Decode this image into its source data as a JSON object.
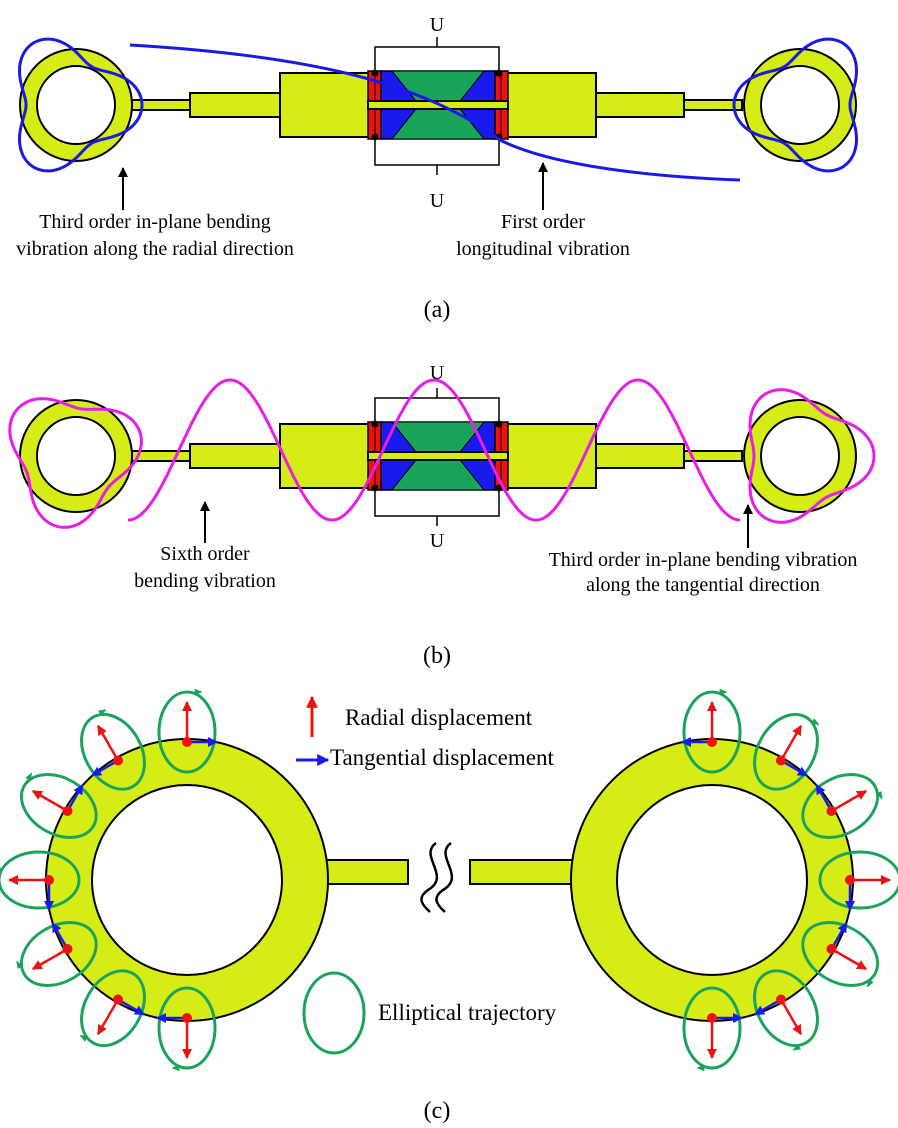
{
  "panel_a": {
    "caption": "(a)",
    "voltage_top": "U",
    "voltage_bottom": "U",
    "left_label": [
      "Third order in-plane bending",
      "vibration along the radial direction"
    ],
    "right_label": [
      "First order",
      "longitudinal vibration"
    ]
  },
  "panel_b": {
    "caption": "(b)",
    "voltage_top": "U",
    "voltage_bottom": "U",
    "left_label": [
      "Sixth order",
      "bending vibration"
    ],
    "right_label": [
      "Third order in-plane bending vibration",
      "along the tangential direction"
    ]
  },
  "panel_c": {
    "caption": "(c)",
    "legend": {
      "radial": "Radial displacement",
      "tangential": "Tangential displacement",
      "elliptical": "Elliptical trajectory"
    }
  },
  "colors": {
    "metal": "#d6ec17",
    "ceramic_red": "#ee1111",
    "ceramic_blue": "#1a1aee",
    "cone_green": "#1aa35a",
    "mode_blue": "#1a1ae6",
    "mode_magenta": "#e61ee6",
    "ellipse_green": "#1aa35a",
    "radial_arrow": "#ee1111",
    "tangential_arrow": "#1a1aee"
  }
}
